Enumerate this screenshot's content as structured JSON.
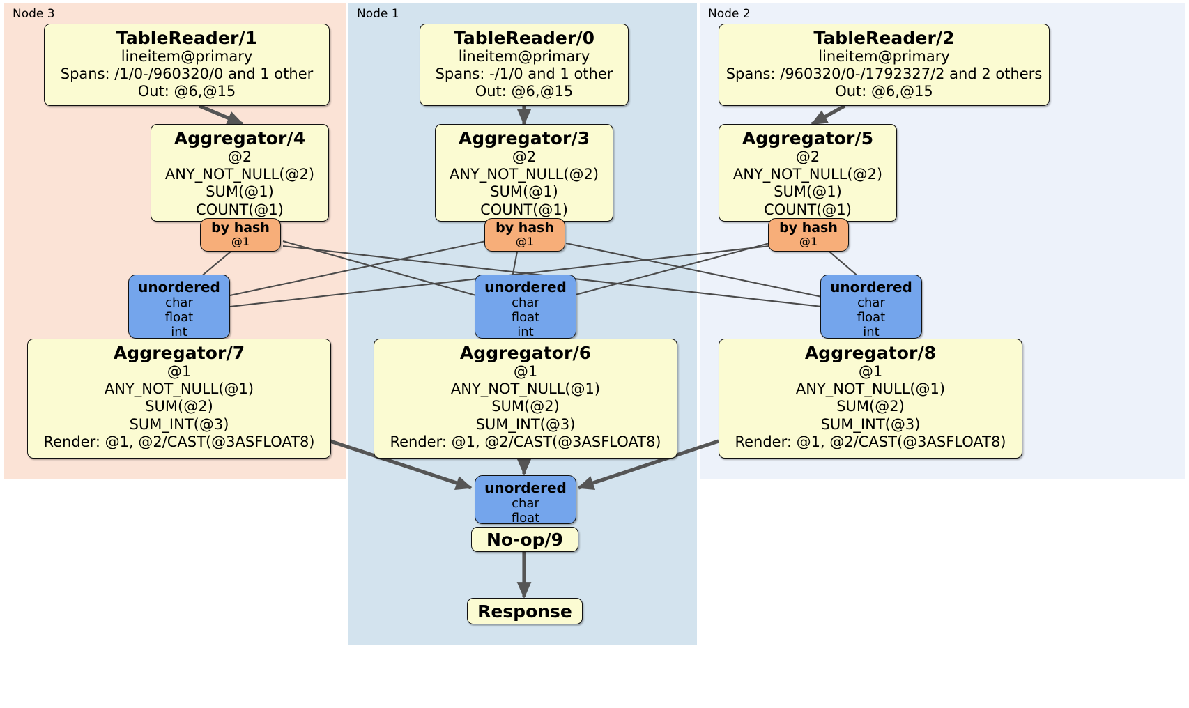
{
  "diagram": {
    "title": "DistSQL flow diagram",
    "colors": {
      "node3_panel": "#FBE3D6",
      "node1_panel": "#D3E3EE",
      "node2_panel": "#EDF2FA",
      "processor_box": "#FBFBD2",
      "router_box": "#F7AE79",
      "synchronizer_box": "#74A5EC",
      "edge": "#4a4a4a",
      "thick_edge": "#555555",
      "border": "#111111"
    }
  },
  "panels": [
    {
      "id": "node3",
      "label": "Node 3"
    },
    {
      "id": "node1",
      "label": "Node 1"
    },
    {
      "id": "node2",
      "label": "Node 2"
    }
  ],
  "readers": [
    {
      "id": "tr1",
      "title": "TableReader/1",
      "lines": [
        "lineitem@primary",
        "Spans: /1/0-/960320/0 and 1 other",
        "Out: @6,@15"
      ]
    },
    {
      "id": "tr0",
      "title": "TableReader/0",
      "lines": [
        "lineitem@primary",
        "Spans: -/1/0 and 1 other",
        "Out: @6,@15"
      ]
    },
    {
      "id": "tr2",
      "title": "TableReader/2",
      "lines": [
        "lineitem@primary",
        "Spans: /960320/0-/1792327/2 and 2 others",
        "Out: @6,@15"
      ]
    }
  ],
  "local_aggregators": [
    {
      "id": "agg4",
      "title": "Aggregator/4",
      "lines": [
        "@2",
        "ANY_NOT_NULL(@2)",
        "SUM(@1)",
        "COUNT(@1)"
      ]
    },
    {
      "id": "agg3",
      "title": "Aggregator/3",
      "lines": [
        "@2",
        "ANY_NOT_NULL(@2)",
        "SUM(@1)",
        "COUNT(@1)"
      ]
    },
    {
      "id": "agg5",
      "title": "Aggregator/5",
      "lines": [
        "@2",
        "ANY_NOT_NULL(@2)",
        "SUM(@1)",
        "COUNT(@1)"
      ]
    }
  ],
  "routers": [
    {
      "id": "router4",
      "title": "by hash",
      "line": "@1"
    },
    {
      "id": "router3",
      "title": "by hash",
      "line": "@1"
    },
    {
      "id": "router5",
      "title": "by hash",
      "line": "@1"
    }
  ],
  "synchronizers": [
    {
      "id": "sync7",
      "title": "unordered",
      "lines": [
        "char",
        "float",
        "int"
      ]
    },
    {
      "id": "sync6",
      "title": "unordered",
      "lines": [
        "char",
        "float",
        "int"
      ]
    },
    {
      "id": "sync8",
      "title": "unordered",
      "lines": [
        "char",
        "float",
        "int"
      ]
    }
  ],
  "final_aggregators": [
    {
      "id": "agg7",
      "title": "Aggregator/7",
      "lines": [
        "@1",
        "ANY_NOT_NULL(@1)",
        "SUM(@2)",
        "SUM_INT(@3)",
        "Render: @1, @2/CAST(@3ASFLOAT8)"
      ]
    },
    {
      "id": "agg6",
      "title": "Aggregator/6",
      "lines": [
        "@1",
        "ANY_NOT_NULL(@1)",
        "SUM(@2)",
        "SUM_INT(@3)",
        "Render: @1, @2/CAST(@3ASFLOAT8)"
      ]
    },
    {
      "id": "agg8",
      "title": "Aggregator/8",
      "lines": [
        "@1",
        "ANY_NOT_NULL(@1)",
        "SUM(@2)",
        "SUM_INT(@3)",
        "Render: @1, @2/CAST(@3ASFLOAT8)"
      ]
    }
  ],
  "final_sync": {
    "id": "sync9",
    "title": "unordered",
    "lines": [
      "char",
      "float"
    ]
  },
  "noop": {
    "id": "noop9",
    "title": "No-op/9"
  },
  "response": {
    "id": "response",
    "title": "Response"
  }
}
